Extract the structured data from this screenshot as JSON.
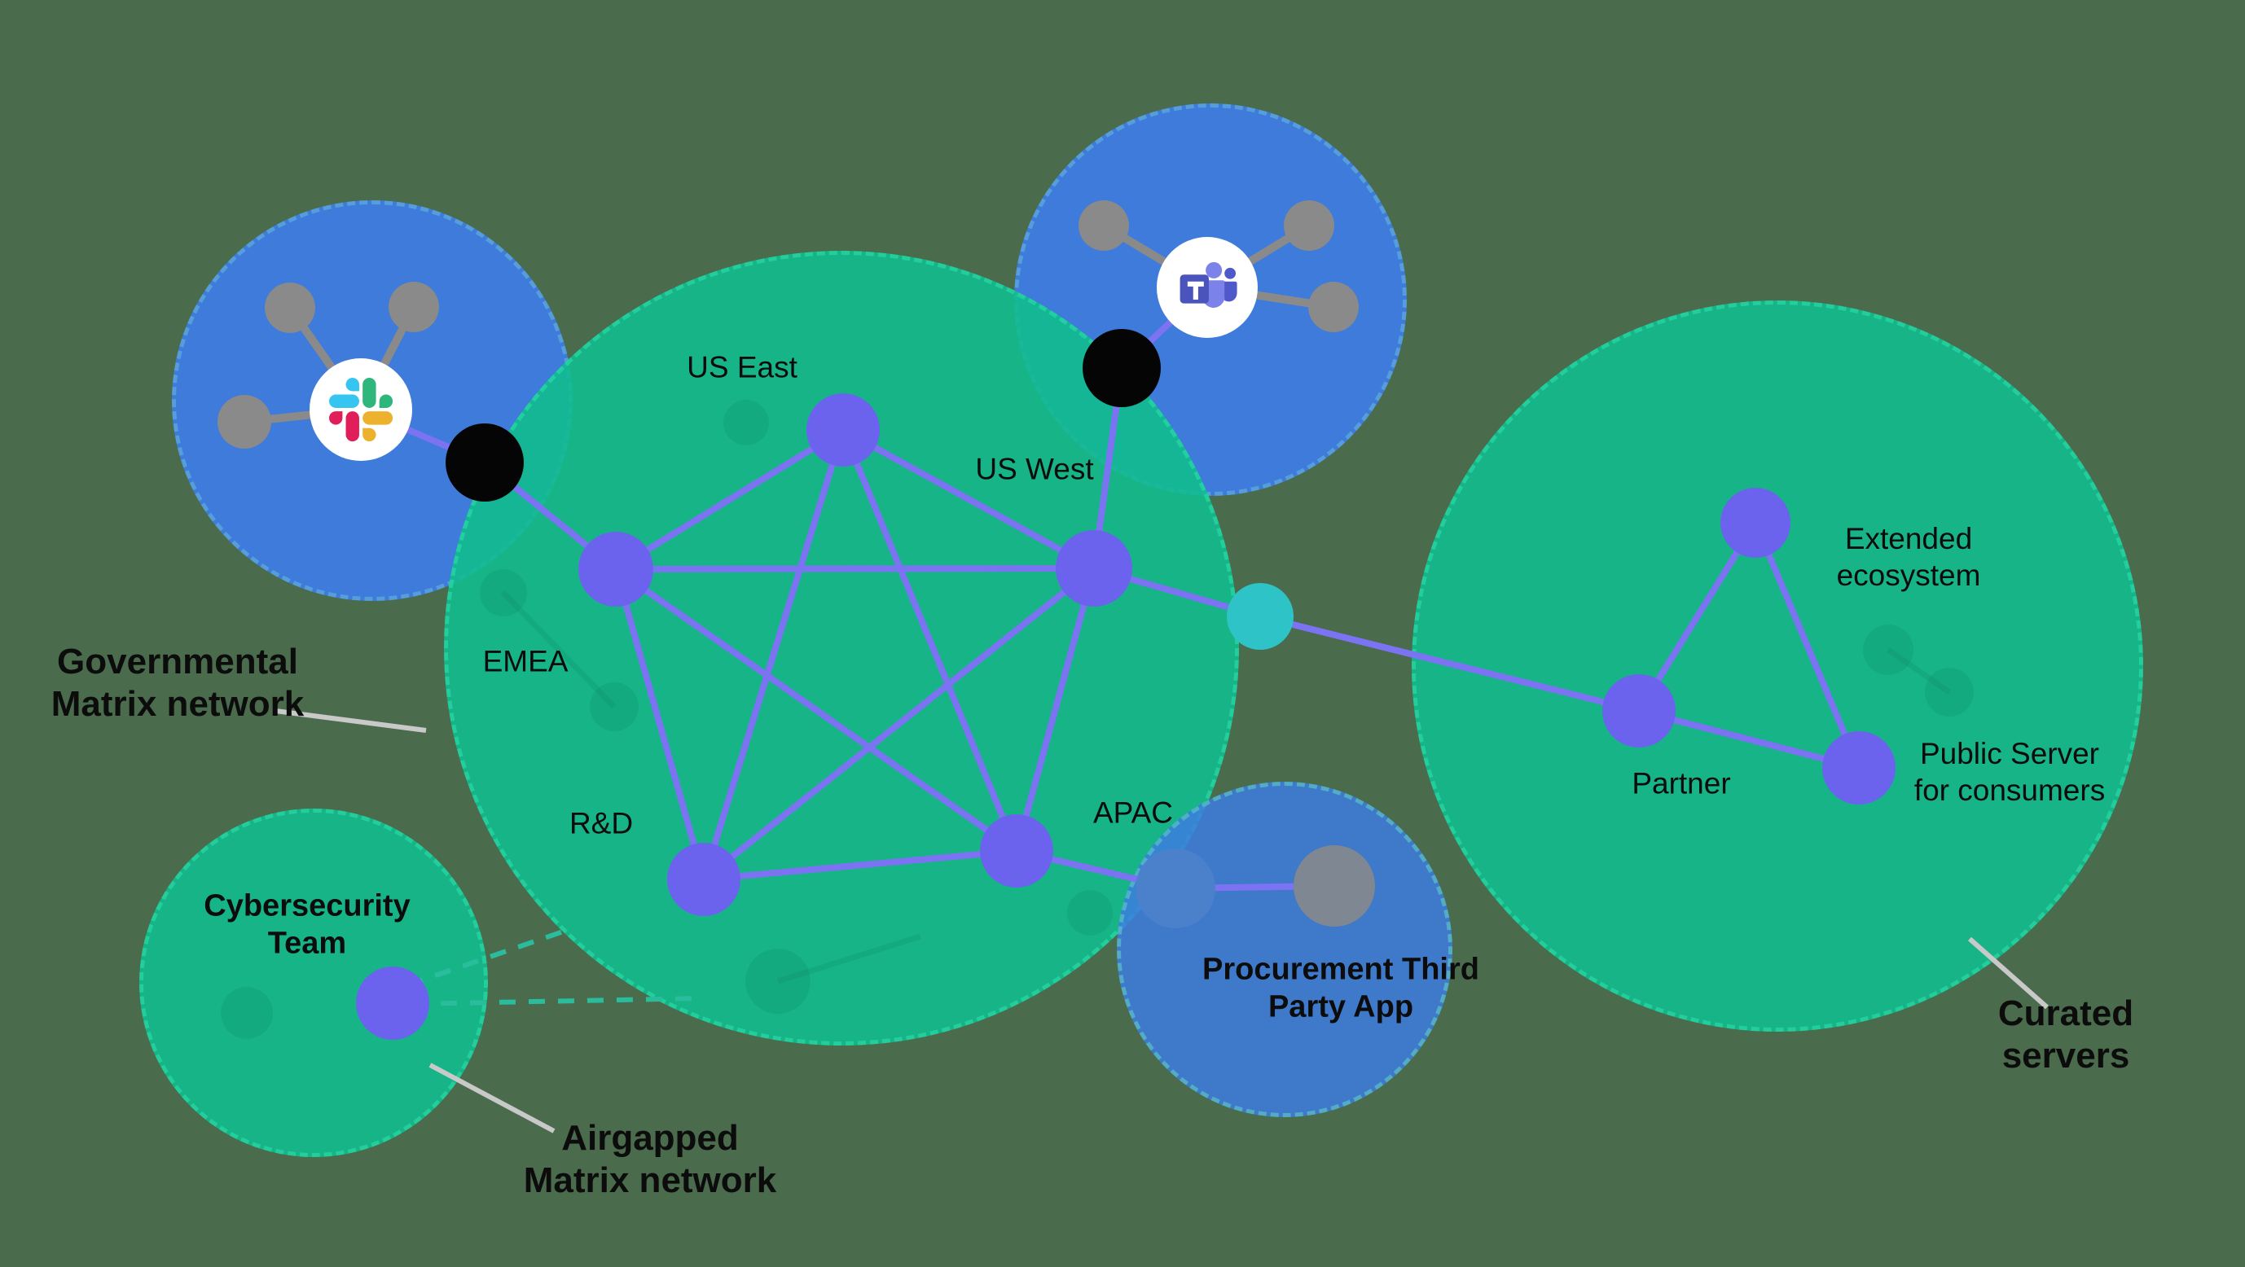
{
  "title": "Matrix federation network diagram",
  "colors": {
    "background": "#4B6B4D",
    "green_network": "#11BD8E",
    "blue_network": "#3D7CE1",
    "node_purple": "#6B63EE",
    "edge_purple": "#7B73F1",
    "node_teal": "#2EC3C6",
    "node_gray": "#8A8A8A",
    "node_black": "#050505",
    "node_steel_blue": "#4B81CB",
    "node_slate_gray": "#7E8792",
    "dashed_link_teal": "#29BD9D",
    "annotation_line_gray": "#C9C9C9",
    "text": "#0C0C0C"
  },
  "labels": {
    "us_east": "US East",
    "us_west": "US West",
    "emea": "EMEA",
    "rnd": "R&D",
    "apac": "APAC",
    "extended_ecosystem": "Extended\necosystem",
    "partner": "Partner",
    "public_server": "Public Server\nfor consumers",
    "cybersecurity": "Cybersecurity\nTeam",
    "procurement": "Procurement Third\nParty App",
    "governmental": "Governmental\nMatrix network",
    "airgapped": "Airgapped\nMatrix network",
    "curated": "Curated servers"
  },
  "icons": {
    "slack": "slack-icon",
    "teams": "teams-icon"
  },
  "diagram": {
    "clusters": [
      {
        "name": "Governmental Matrix network",
        "color": "green",
        "nodes": [
          "US East",
          "US West",
          "EMEA",
          "R&D",
          "APAC"
        ],
        "topology": "full mesh"
      },
      {
        "name": "Slack network",
        "color": "blue",
        "hub": "Slack",
        "satellites": 3,
        "bridge": "black node to EMEA"
      },
      {
        "name": "Teams network",
        "color": "blue",
        "hub": "Microsoft Teams",
        "satellites": 3,
        "bridge": "black node to US West"
      },
      {
        "name": "Curated servers",
        "color": "green",
        "nodes": [
          "Extended ecosystem",
          "Partner",
          "Public Server for consumers"
        ],
        "topology": "triangle"
      },
      {
        "name": "Airgapped Matrix network",
        "color": "green",
        "nodes": [
          "Cybersecurity Team"
        ],
        "links": "dashed isolation links toward governmental network"
      },
      {
        "name": "Procurement Third Party App",
        "color": "blue",
        "nodes": [
          "steel-blue bridge node",
          "gray app node"
        ],
        "bridge": "link from APAC"
      }
    ],
    "inter_network_links": [
      "Slack hub - black bridge - EMEA",
      "Teams hub - black bridge - US West",
      "US West - teal connector - Partner",
      "APAC - steel bridge - Procurement gray node"
    ]
  }
}
